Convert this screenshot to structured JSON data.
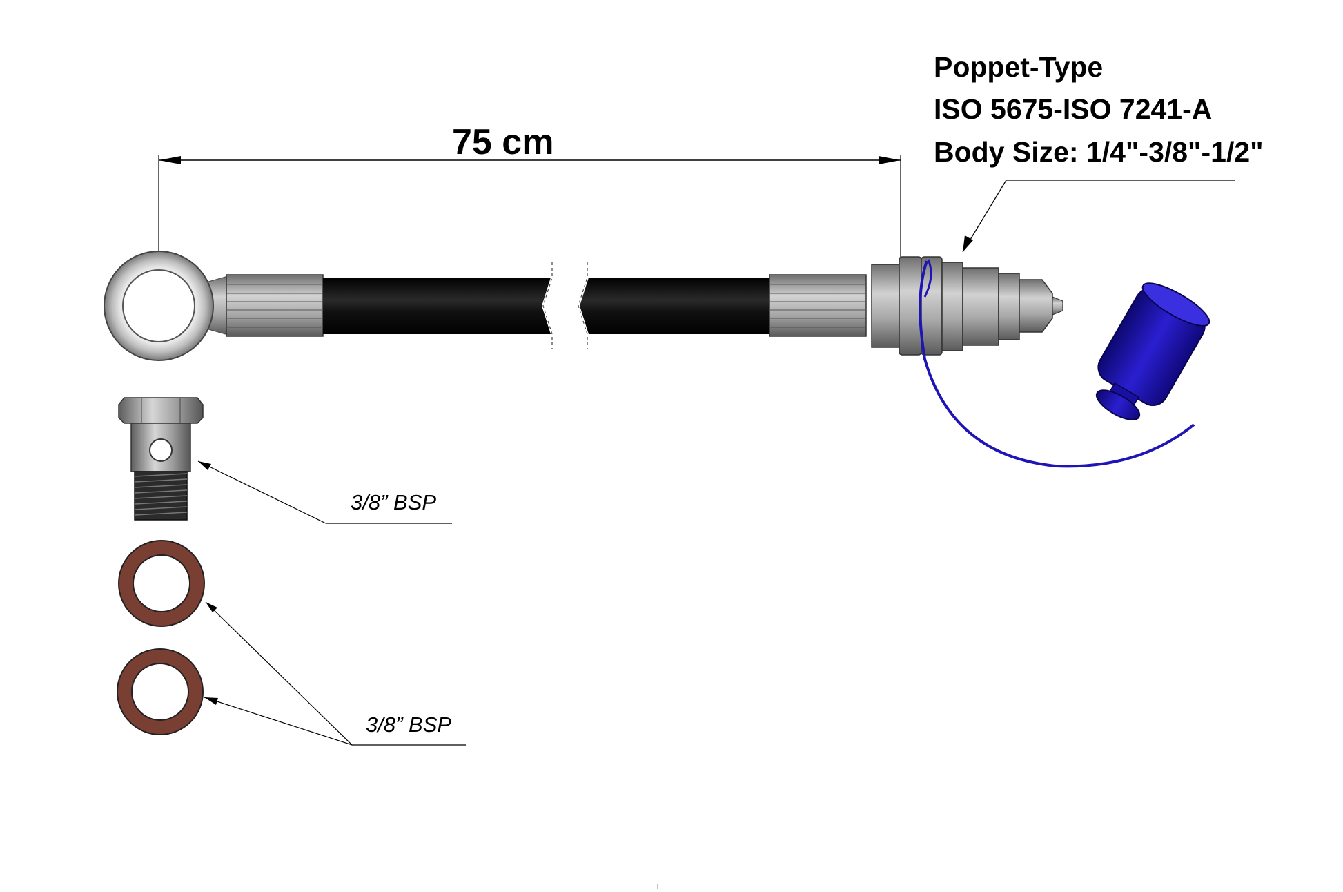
{
  "dimension": {
    "length_label": "75 cm"
  },
  "coupling_spec": {
    "line1": "Poppet-Type",
    "line2": "ISO 5675-ISO 7241-A",
    "line3": "Body Size: 1/4\"-3/8\"-1/2\""
  },
  "callouts": {
    "banjo_bolt": "3/8” BSP",
    "washers": "3/8” BSP"
  },
  "colors": {
    "hose": "#0c0c0c",
    "steel": "#9a9a9a",
    "dust_cap": "#1f14b4",
    "washer": "#7a3f33"
  }
}
